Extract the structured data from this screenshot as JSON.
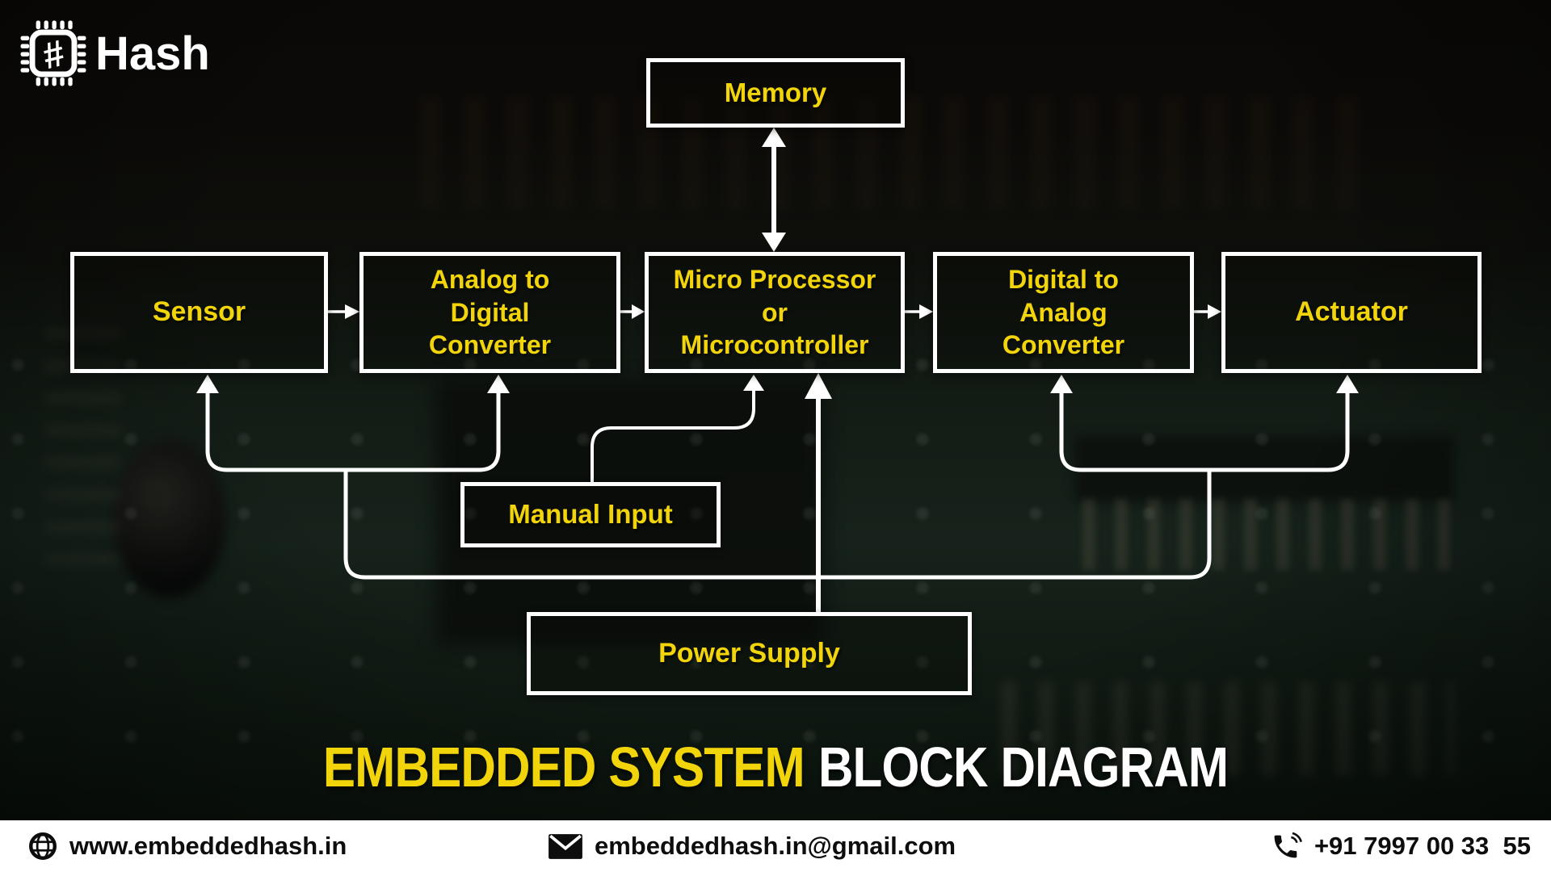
{
  "logo": {
    "brand": "Hash",
    "icon": "chip-hash"
  },
  "blocks": {
    "memory": {
      "label": "Memory"
    },
    "sensor": {
      "label": "Sensor"
    },
    "adc": {
      "label": "Analog to\nDigital\nConverter"
    },
    "mcu": {
      "label": "Micro Processor\nor\nMicrocontroller"
    },
    "dac": {
      "label": "Digital to\nAnalog\nConverter"
    },
    "actuator": {
      "label": "Actuator"
    },
    "manual_input": {
      "label": "Manual Input"
    },
    "power_supply": {
      "label": "Power Supply"
    }
  },
  "connections": [
    {
      "from": "memory",
      "to": "mcu",
      "type": "bidirectional"
    },
    {
      "from": "sensor",
      "to": "adc",
      "type": "arrow"
    },
    {
      "from": "adc",
      "to": "mcu",
      "type": "arrow"
    },
    {
      "from": "mcu",
      "to": "dac",
      "type": "arrow"
    },
    {
      "from": "dac",
      "to": "actuator",
      "type": "arrow"
    },
    {
      "from": "manual_input",
      "to": "mcu",
      "type": "arrow"
    },
    {
      "from": "power_supply",
      "to": "mcu",
      "type": "arrow"
    },
    {
      "from": "routing-bus",
      "to": "sensor",
      "type": "arrow"
    },
    {
      "from": "routing-bus",
      "to": "adc",
      "type": "arrow"
    },
    {
      "from": "routing-bus",
      "to": "dac",
      "type": "arrow"
    },
    {
      "from": "routing-bus",
      "to": "actuator",
      "type": "arrow"
    }
  ],
  "title": {
    "highlight": "EMBEDDED SYSTEM",
    "rest": "BLOCK DIAGRAM"
  },
  "footer": {
    "website": "www.embeddedhash.in",
    "email": "embeddedhash.in@gmail.com",
    "phone": "+91 7997 00 33  55"
  },
  "colors": {
    "accent_yellow": "#F2D40B",
    "line_white": "#FFFFFF",
    "footer_bg": "#FFFFFF",
    "footer_text": "#0D0D0D"
  }
}
